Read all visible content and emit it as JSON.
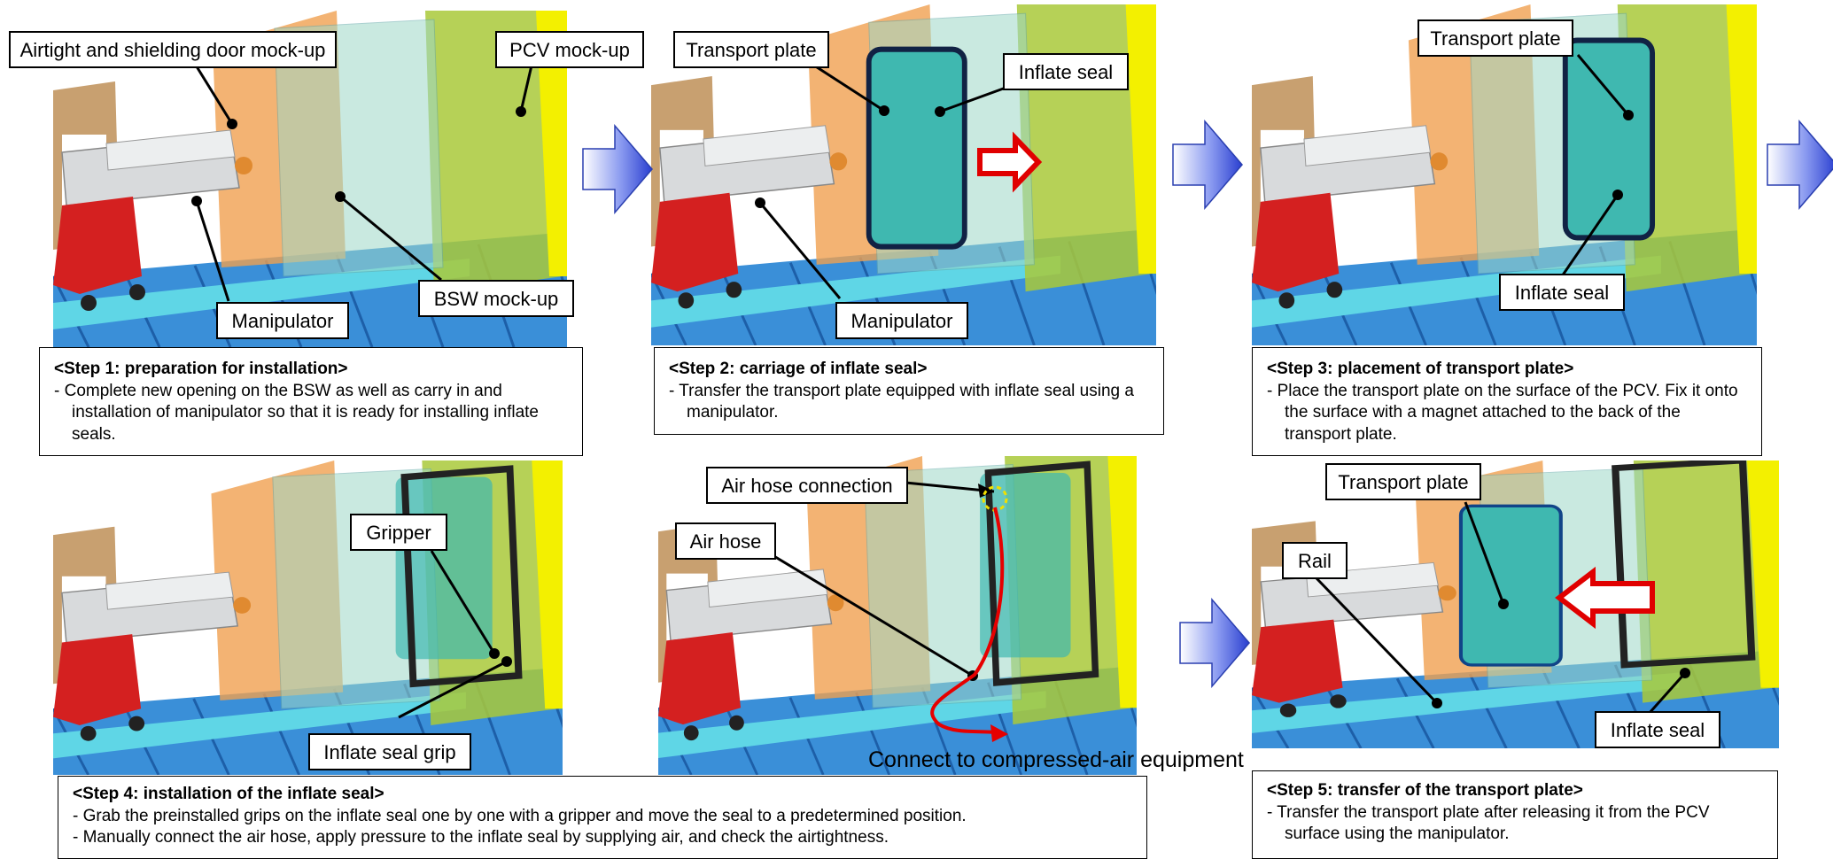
{
  "callouts": {
    "door_mockup": "Airtight and shielding door mock-up",
    "pcv_mockup": "PCV mock-up",
    "bsw_mockup": "BSW mock-up",
    "manipulator_1": "Manipulator",
    "transport_plate_2": "Transport plate",
    "inflate_seal_2": "Inflate seal",
    "manipulator_2": "Manipulator",
    "transport_plate_3": "Transport plate",
    "inflate_seal_3": "Inflate seal",
    "gripper_4": "Gripper",
    "inflate_seal_grip_4": "Inflate seal grip",
    "air_hose_connection": "Air hose connection",
    "air_hose": "Air hose",
    "compressed_air": "Connect to compressed-air equipment",
    "transport_plate_5": "Transport plate",
    "rail_5": "Rail",
    "inflate_seal_5": "Inflate seal"
  },
  "steps": {
    "step1": {
      "title": "<Step 1: preparation for installation>",
      "lines": [
        "- Complete new opening on the BSW as well as carry in and installation of manipulator so that it is ready for installing inflate seals."
      ]
    },
    "step2": {
      "title": "<Step 2: carriage of inflate seal>",
      "lines": [
        "- Transfer the transport plate equipped with inflate seal using a manipulator."
      ]
    },
    "step3": {
      "title": "<Step 3: placement of transport plate>",
      "lines": [
        "- Place the transport plate on the surface of the PCV. Fix it onto the surface with a magnet attached to the back of the transport plate."
      ]
    },
    "step4": {
      "title": "<Step 4: installation of the inflate seal>",
      "lines": [
        "- Grab the preinstalled grips on the inflate seal one by one with a gripper and move the seal to a predetermined position.",
        "- Manually connect the air hose, apply pressure to the inflate seal by supplying air, and check the airtightness."
      ]
    },
    "step5": {
      "title": "<Step 5: transfer of the transport plate>",
      "lines": [
        "- Transfer the transport plate after releasing it from the PCV surface using the manipulator."
      ]
    }
  },
  "colors": {
    "step_arrow": "#5a6ee0",
    "move_arrow": "#e60000",
    "air_hose": "#e60000",
    "rail_blue": "#3a8fd8",
    "cyan_base": "#5fd6e6",
    "pcv_yellow": "#f3f000",
    "pcv_green": "#a9c93a",
    "door_orange": "#f0a050",
    "bsw_glass": "#9ed8c8",
    "seal_teal": "#3fb8b0",
    "cart_red": "#d42020",
    "wood": "#c8a070"
  }
}
